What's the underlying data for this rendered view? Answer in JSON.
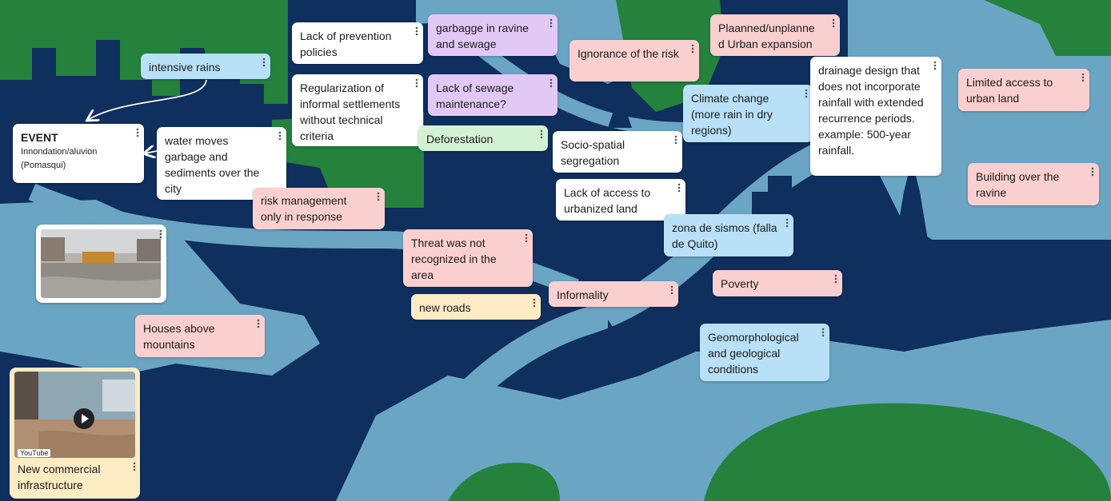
{
  "board": {
    "colors": {
      "navy": "#0f2f5e",
      "light_blue": "#6aa6c4",
      "green": "#24823d"
    }
  },
  "notes": {
    "intensive_rains": "intensive rains",
    "event_title": "EVENT",
    "event_sub": "Innondation/aluvion (Pomasqui)",
    "water_moves": "water moves garbage and sediments over the city",
    "risk_management": "risk management only in response",
    "lack_prevention": "Lack of prevention policies",
    "regularization": "Regularization of informal settlements without technical criteria",
    "garbagge": "garbagge in ravine and sewage",
    "lack_sewage": "Lack of sewage maintenance?",
    "deforestation": "Deforestation",
    "ignorance": "Ignorance of the risk",
    "socio_spatial": "Socio-spatial segregation",
    "lack_access_urbanized": "Lack of access to urbanized land",
    "plaanned": "Plaanned/unplanne d Urban expansion",
    "climate_change": "Climate change (more rain in dry regions)",
    "drainage": "drainage design that does not incorporate rainfall with extended recurrence periods. example: 500-year rainfall.",
    "limited_access": "Limited access to urban land",
    "building_ravine": "Building over the ravine",
    "zona_sismos": "zona de sismos (falla de Quito)",
    "threat": "Threat was not recognized in the area",
    "new_roads": "new roads",
    "informality": "Informality",
    "poverty": "Poverty",
    "geomorph": "Geomorphological and geological conditions",
    "houses": "Houses above mountains",
    "new_commercial": "New commercial infrastructure",
    "youtube": "YouTube"
  },
  "icons": {
    "note_menu": "kebab-menu-icon",
    "video_play": "play-icon"
  }
}
